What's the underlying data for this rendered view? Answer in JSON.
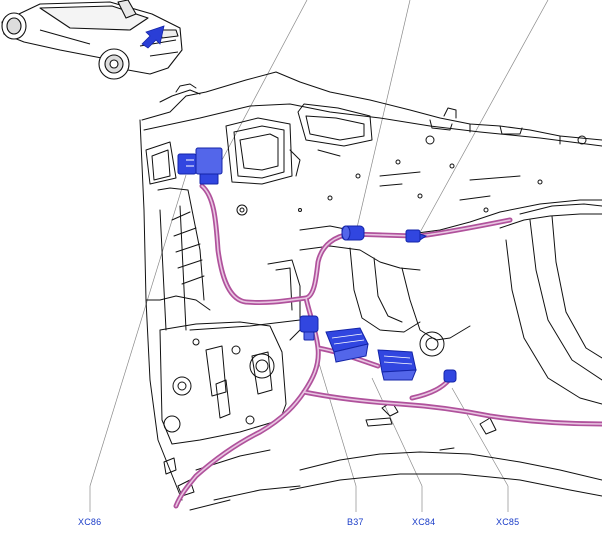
{
  "callouts": {
    "xc86": "XC86",
    "b37": "B37",
    "xc84": "XC84",
    "xc85": "XC85"
  },
  "colors": {
    "line": "#111111",
    "leader": "#8a8a8a",
    "harness": "#b0529c",
    "harness_light": "#e9c6e2",
    "connector": "#3146e0",
    "connector_dark": "#1424a8",
    "arrow": "#2a3ed6",
    "label": "#1a3cc8"
  },
  "icons": {
    "orientation": "car-orientation-icon",
    "direction": "direction-arrow-icon"
  }
}
